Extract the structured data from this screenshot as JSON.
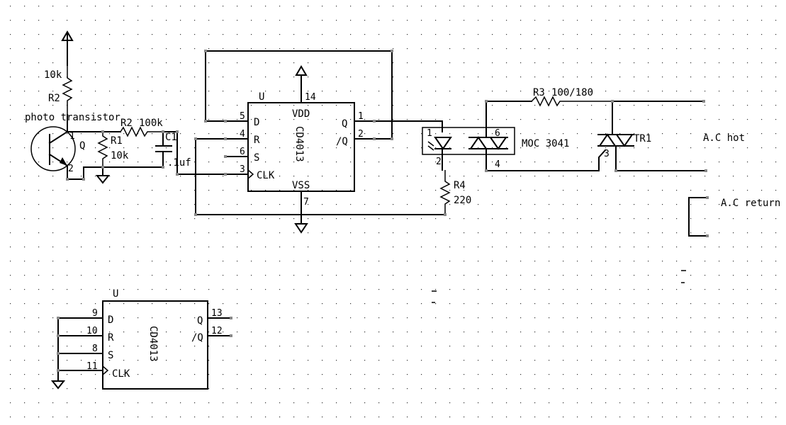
{
  "labels": {
    "r2_value": "10k",
    "r2_name": "R2",
    "photo_transistor": "photo transistor",
    "q_label": "Q",
    "q_pin1": "1",
    "q_pin2": "2",
    "r1_name": "R1",
    "r1_value": "10k",
    "r2b_name": "R2",
    "r2b_value": "100k",
    "c1_name": "C1",
    "c1_value": ".1uf"
  },
  "ic1": {
    "ref": "U",
    "name": "CD4013",
    "vdd": "VDD",
    "vss": "VSS",
    "pin_vdd": "14",
    "pin_vss": "7",
    "d": "D",
    "r": "R",
    "s": "S",
    "clk": "CLK",
    "q": "Q",
    "qbar": "/Q",
    "pin_d": "5",
    "pin_r": "4",
    "pin_s": "6",
    "pin_clk": "3",
    "pin_q": "1",
    "pin_qbar": "2"
  },
  "opto": {
    "name": "MOC 3041",
    "pin1": "1",
    "pin2": "2",
    "pin6": "6",
    "pin4": "4"
  },
  "r3": {
    "name": "R3",
    "value": "100/180"
  },
  "r4": {
    "name": "R4",
    "value": "220"
  },
  "triac": {
    "name": "TR1",
    "pin": "3"
  },
  "ac": {
    "hot": "A.C hot",
    "return": "A.C return"
  },
  "ic2": {
    "ref": "U",
    "name": "CD4013",
    "d": "D",
    "r": "R",
    "s": "S",
    "clk": "CLK",
    "q": "Q",
    "qbar": "/Q",
    "pin_d": "9",
    "pin_r": "10",
    "pin_s": "8",
    "pin_clk": "11",
    "pin_q": "13",
    "pin_qbar": "12"
  }
}
